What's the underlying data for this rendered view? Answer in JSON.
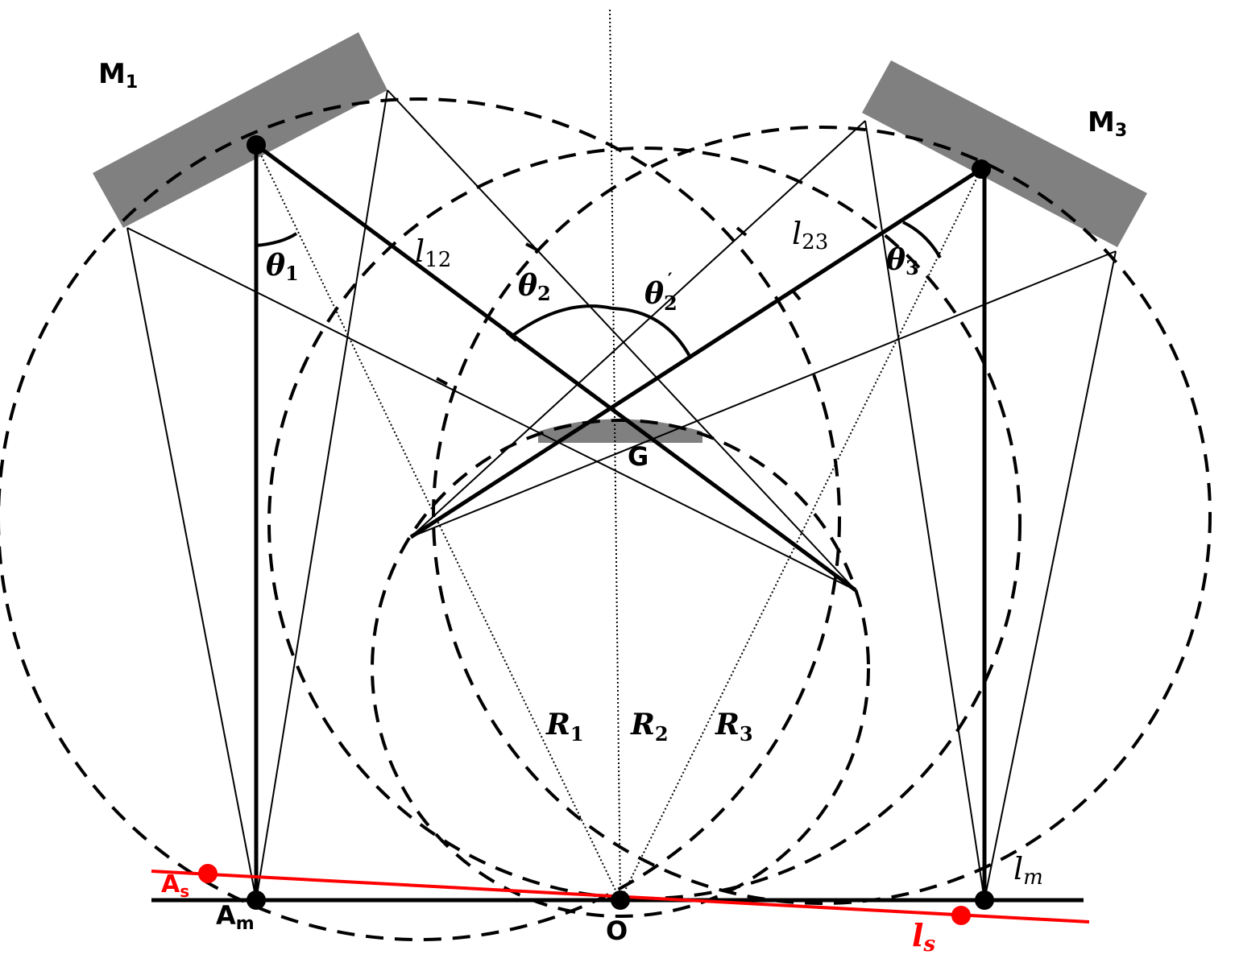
{
  "labels": {
    "m1": "M",
    "m1_sub": "1",
    "m3": "M",
    "m3_sub": "3",
    "g": "G",
    "o": "O",
    "am": "A",
    "am_sub": "m",
    "as": "A",
    "as_sub": "s",
    "lm": "l",
    "lm_sub": "m",
    "ls": "l",
    "ls_sub": "s",
    "l12": "l",
    "l12_sub": "12",
    "l23": "l",
    "l23_sub": "23",
    "theta1": "θ",
    "theta1_sub": "1",
    "theta2": "θ",
    "theta2_sub": "2",
    "theta2p": "θ",
    "theta2p_sub": "2",
    "theta2p_prime": "′",
    "theta3": "θ",
    "theta3_sub": "3",
    "r1": "R",
    "r1_sub": "1",
    "r2": "R",
    "r2_sub": "2",
    "r3": "R",
    "r3_sub": "3"
  },
  "colors": {
    "line": "#000000",
    "mirror": "#808080",
    "red": "#ff0000"
  }
}
